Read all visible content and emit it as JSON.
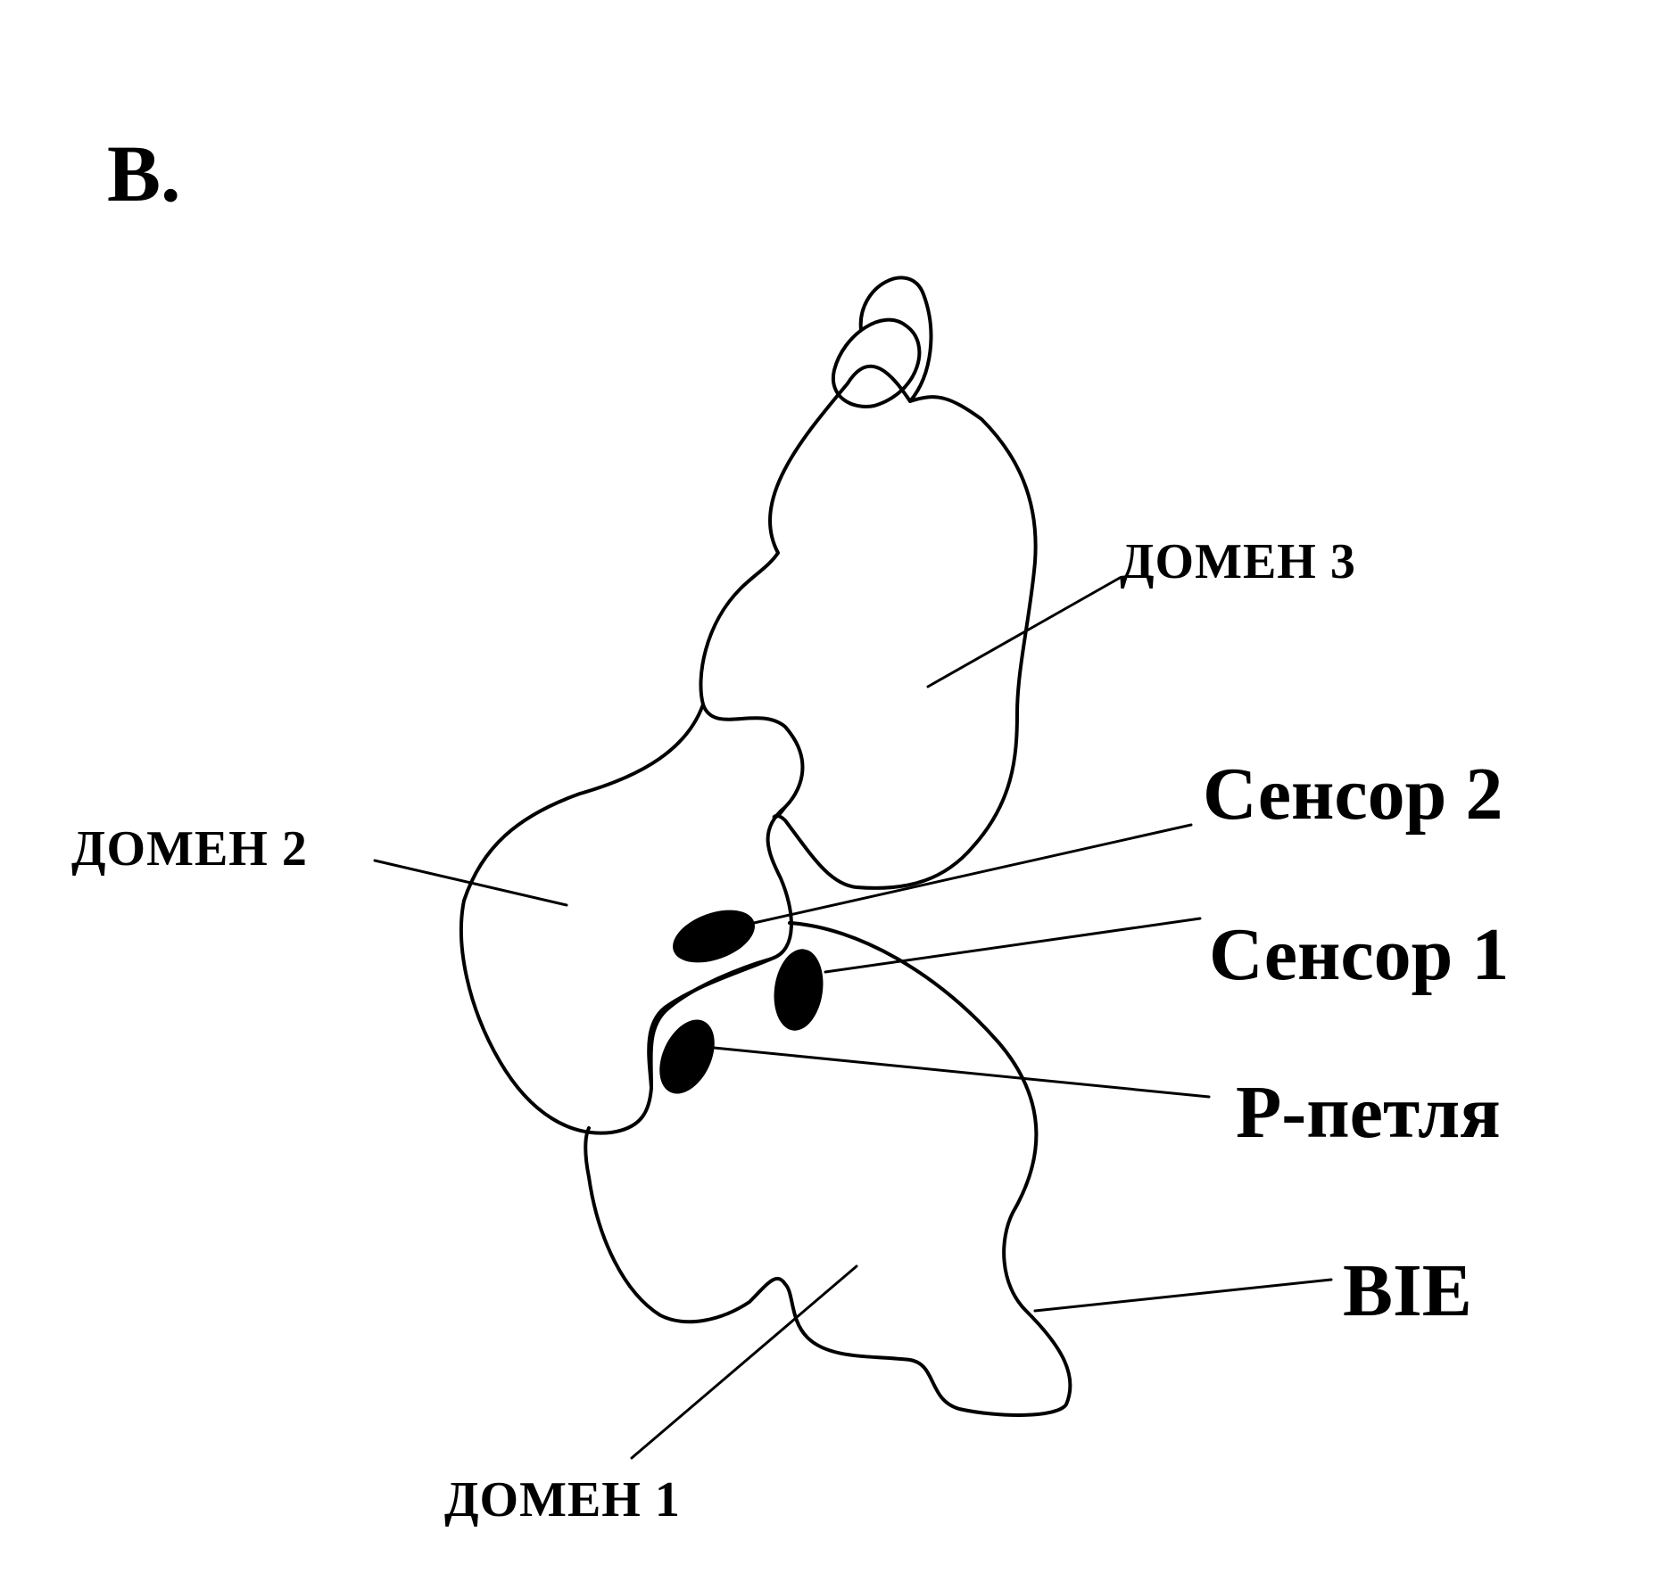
{
  "panel_label": "B.",
  "labels": {
    "domain3": "ДОМЕН  3",
    "domain2": "ДОМЕН  2",
    "domain1": "ДОМЕН  1",
    "sensor2": "Сенсор  2",
    "sensor1": "Сенсор 1",
    "p_loop": "Р-петля",
    "bie": "BIE"
  },
  "colors": {
    "ink": "#000000",
    "background": "#ffffff"
  }
}
